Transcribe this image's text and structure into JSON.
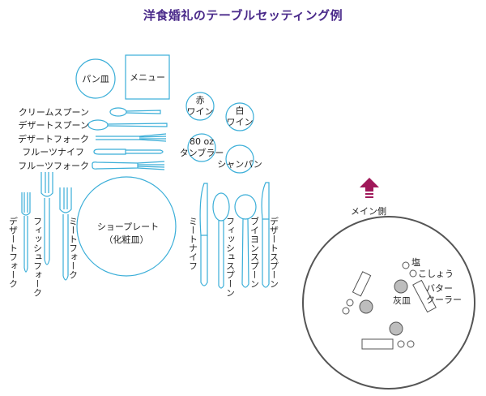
{
  "title": "洋食婚礼のテーブルセッティング例",
  "colors": {
    "line": "#3aaed8",
    "title": "#4a2a8a",
    "arrow": "#a0185a",
    "table": "#555555",
    "plate_gray": "#bdbdbd"
  },
  "items": {
    "bread_plate": "パン皿",
    "menu": "メニュー",
    "cream_spoon": "クリームスプーン",
    "dessert_spoon_top": "デザートスプーン",
    "dessert_fork_top": "デザートフォーク",
    "fruit_knife": "フルーツナイフ",
    "fruit_fork": "フルーツフォーク",
    "red_wine": "赤\nワイン",
    "white_wine": "白\nワイン",
    "tumbler": "80 oz\nタンブラー",
    "champagne": "シャンパン",
    "show_plate": "ショープレート\n（化粧皿）",
    "dessert_fork_left": "デザートフォーク",
    "fish_fork": "フィッシュフォーク",
    "meat_fork": "ミートフォーク",
    "meat_knife": "ミートナイフ",
    "fish_spoon": "フィッシュスプーン",
    "bouillon_spoon": "ブイヨンスプーン",
    "dessert_spoon_right": "デザートスプーン"
  },
  "table_view": {
    "main_side": "メイン側",
    "salt": "塩",
    "pepper": "こしょう",
    "ashtray": "灰皿",
    "butter_cooler": "バター\nクーラー"
  }
}
